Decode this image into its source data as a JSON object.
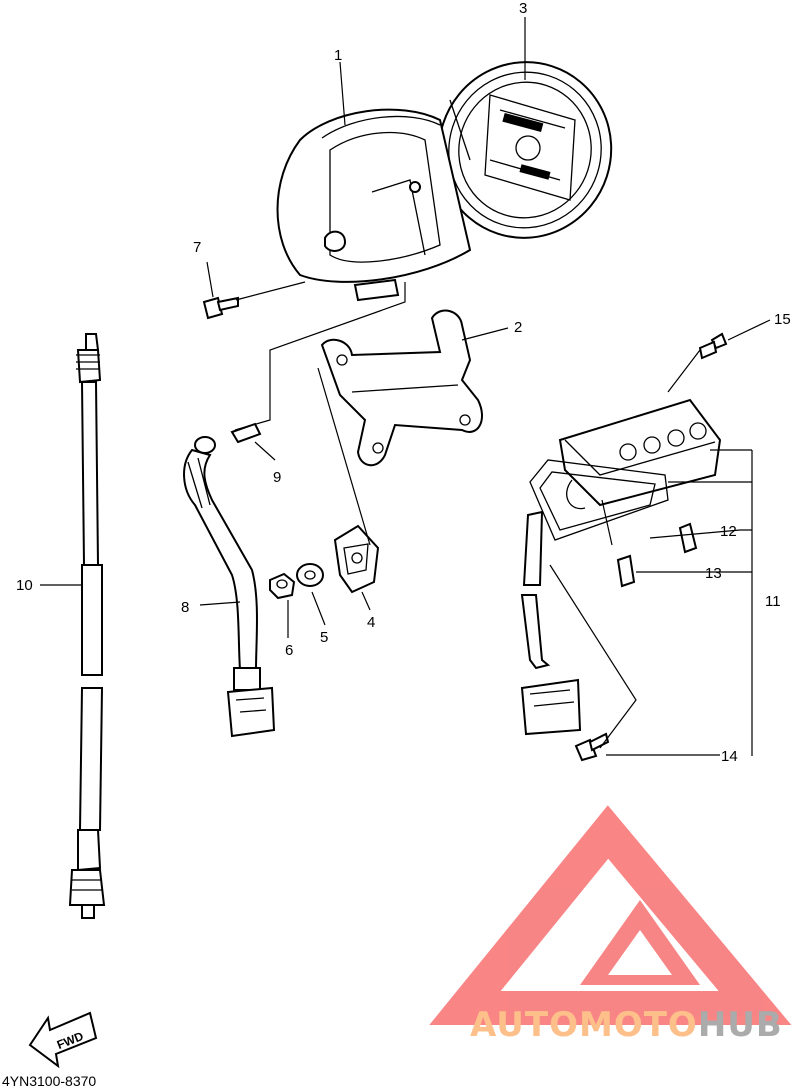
{
  "diagram": {
    "part_labels": [
      "1",
      "2",
      "3",
      "4",
      "5",
      "6",
      "7",
      "8",
      "9",
      "10",
      "11",
      "12",
      "13",
      "14",
      "15"
    ],
    "fwd_label": "FWD",
    "drawing_code": "4YN3100-8370"
  },
  "watermark": {
    "word_part1": "AUTO",
    "word_part2": "MOTO",
    "word_part3": "HUB",
    "color_light": "#fdc08a",
    "color_dark": "#ababab",
    "logo_color": "#f87878"
  },
  "icons": {
    "fwd": "fwd-arrow-icon",
    "logo": "triangle-logo-icon"
  }
}
